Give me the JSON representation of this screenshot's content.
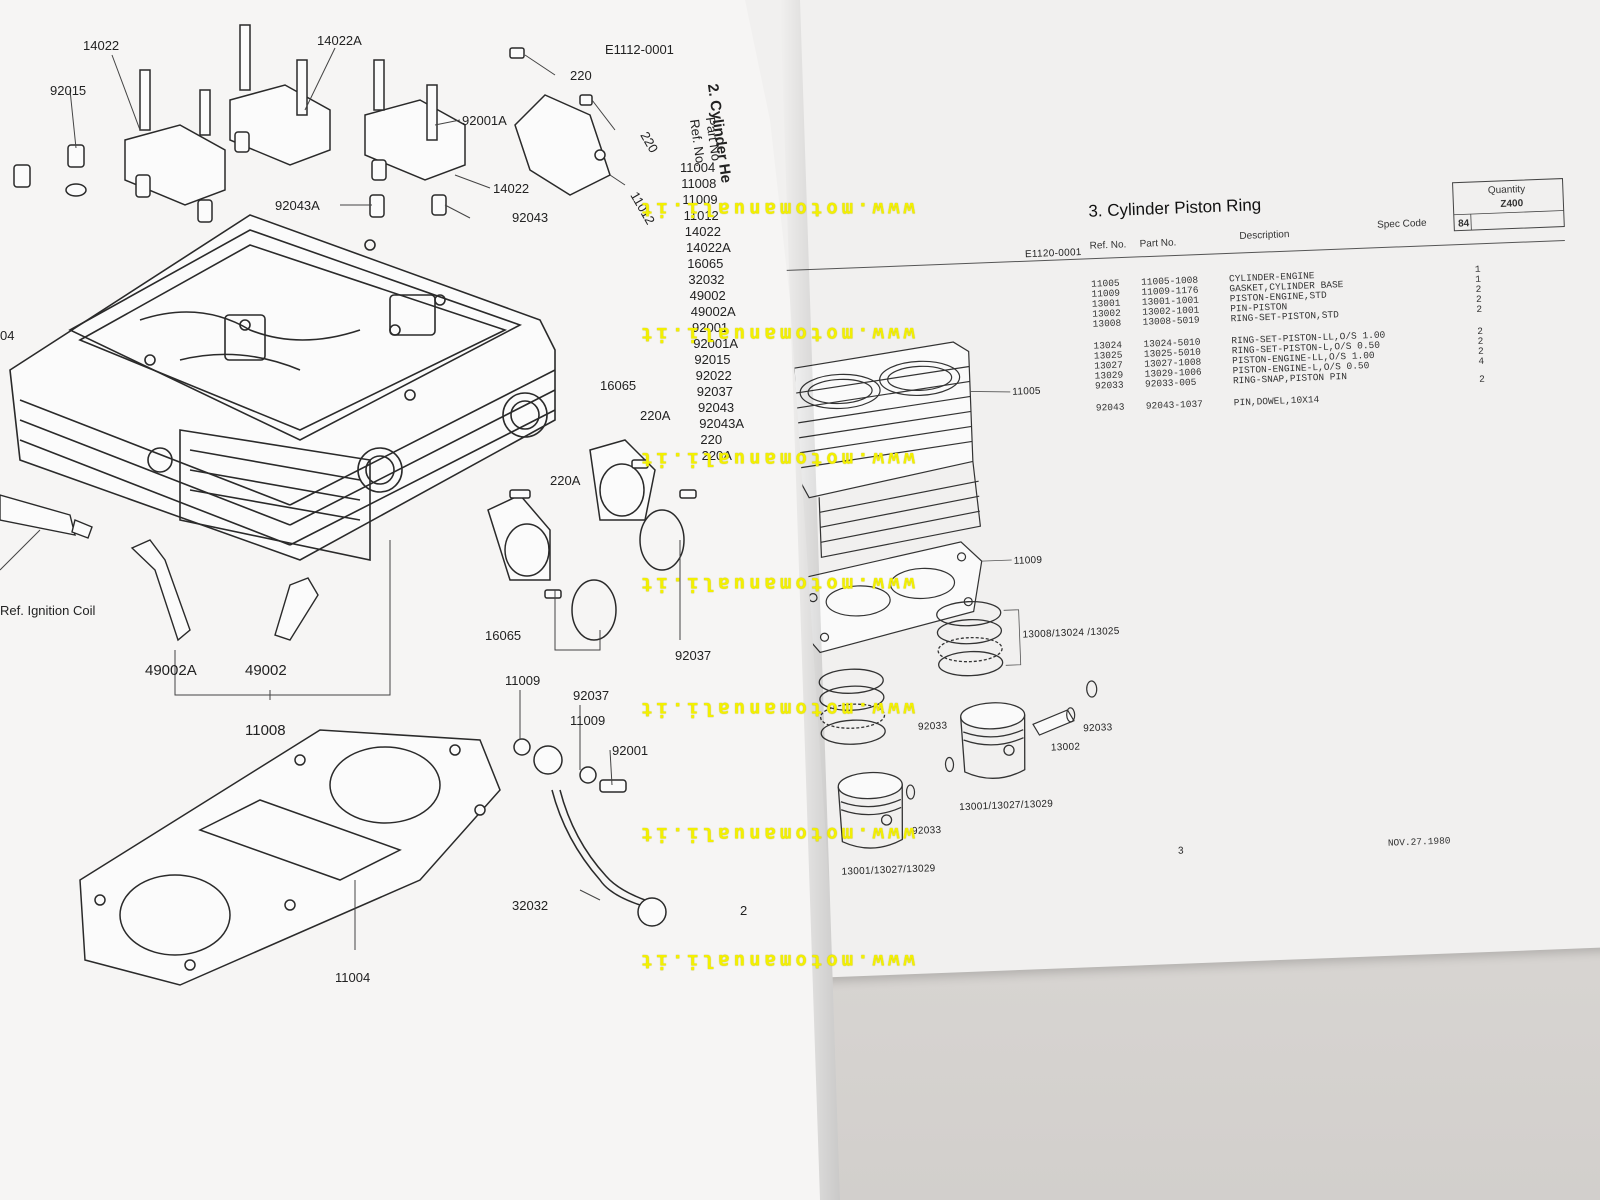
{
  "watermark": "www.motomanuali.it",
  "left_page": {
    "section_title": "2. Cylinder He",
    "doc_code": "E1112-0001",
    "col_ref": "Ref. No.",
    "col_part": "Part No.",
    "page_number": "2",
    "partial_ref_list": [
      "11004",
      "11008",
      "11009",
      "11012",
      "14022",
      "14022A",
      "16065",
      "32032",
      "49002",
      "49002A",
      "92001",
      "92001A",
      "92015",
      "92022",
      "92037",
      "92043",
      "92043A",
      "220",
      "220A"
    ],
    "callouts": {
      "c14022_top": "14022",
      "c14022A": "14022A",
      "c92015": "92015",
      "c92001A": "92001A",
      "c14022_mid": "14022",
      "c92043A": "92043A",
      "c92043": "92043",
      "c220_a": "220",
      "c220_b": "220",
      "c11012": "11012",
      "c04": "04",
      "c16065_a": "16065",
      "c220A_a": "220A",
      "c220A_b": "220A",
      "c16065_b": "16065",
      "c92037_a": "92037",
      "c92037_b": "92037",
      "c49002A": "49002A",
      "c49002": "49002",
      "c11008": "11008",
      "c11009_a": "11009",
      "c11009_b": "11009",
      "c92001": "92001",
      "c32032": "32032",
      "c11004": "11004",
      "ignition": "Ref. Ignition Coil"
    }
  },
  "right_page": {
    "section_title": "3. Cylinder  Piston  Ring",
    "doc_code": "E1120-0001",
    "headers": {
      "ref_no": "Ref. No.",
      "part_no": "Part No.",
      "description": "Description",
      "spec_code": "Spec Code",
      "quantity": "Quantity",
      "model": "Z400",
      "year": "84"
    },
    "rows": [
      {
        "ref": "11005",
        "part": "11005-1008",
        "desc": "CYLINDER-ENGINE",
        "qty": "1"
      },
      {
        "ref": "11009",
        "part": "11009-1176",
        "desc": "GASKET,CYLINDER BASE",
        "qty": "1"
      },
      {
        "ref": "13001",
        "part": "13001-1001",
        "desc": "PISTON-ENGINE,STD",
        "qty": "2"
      },
      {
        "ref": "13002",
        "part": "13002-1001",
        "desc": "PIN-PISTON",
        "qty": "2"
      },
      {
        "ref": "13008",
        "part": "13008-5019",
        "desc": "RING-SET-PISTON,STD",
        "qty": "2"
      },
      {
        "ref": "13024",
        "part": "13024-5010",
        "desc": "RING-SET-PISTON-LL,O/S 1.00",
        "qty": "2"
      },
      {
        "ref": "13025",
        "part": "13025-5010",
        "desc": "RING-SET-PISTON-L,O/S 0.50",
        "qty": "2"
      },
      {
        "ref": "13027",
        "part": "13027-1008",
        "desc": "PISTON-ENGINE-LL,O/S 1.00",
        "qty": "2"
      },
      {
        "ref": "13029",
        "part": "13029-1006",
        "desc": "PISTON-ENGINE-L,O/S 0.50",
        "qty": "4"
      },
      {
        "ref": "92033",
        "part": "92033-005",
        "desc": "RING-SNAP,PISTON PIN",
        "qty": "2"
      },
      {
        "ref": "92043",
        "part": "92043-1037",
        "desc": "PIN,DOWEL,10X14",
        "qty": ""
      }
    ],
    "callouts": {
      "c11005": "11005",
      "c11009": "11009",
      "c13008": "13008/13024 /13025",
      "c92033_a": "92033",
      "c92033_b": "92033",
      "c92033_c": "92033",
      "c13002": "13002",
      "c13001_a": "13001/13027/13029",
      "c13001_b": "13001/13027/13029"
    },
    "page_number": "3",
    "date": "NOV.27.1980"
  }
}
